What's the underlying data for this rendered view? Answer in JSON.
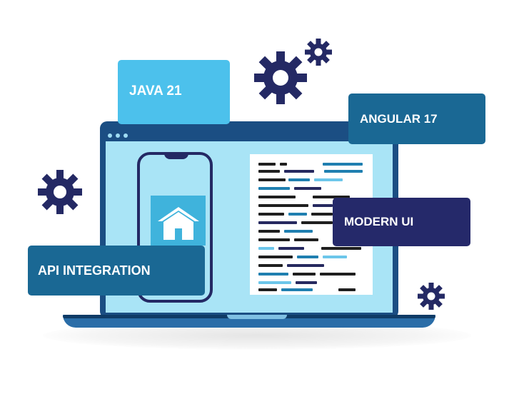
{
  "labels": {
    "java": "JAVA 21",
    "angular": "ANGULAR 17",
    "modern_ui": "MODERN UI",
    "api_integration": "API INTEGRATION"
  },
  "icons": {
    "home": "home-icon",
    "gear": "gear-icon"
  },
  "colors": {
    "laptop_frame": "#1b4e83",
    "screen": "#a9e4f6",
    "phone_border": "#242964",
    "home_tile": "#3fb3dc",
    "java_tag": "#4cc1ec",
    "angular_tag": "#1a6894",
    "modern_ui_tag": "#25296a",
    "api_tag": "#1a6894",
    "gear": "#242964",
    "code_dark": "#1f1f1f",
    "code_navy": "#26295f",
    "code_blue": "#1f7fb0",
    "code_light": "#6cc6ea"
  }
}
